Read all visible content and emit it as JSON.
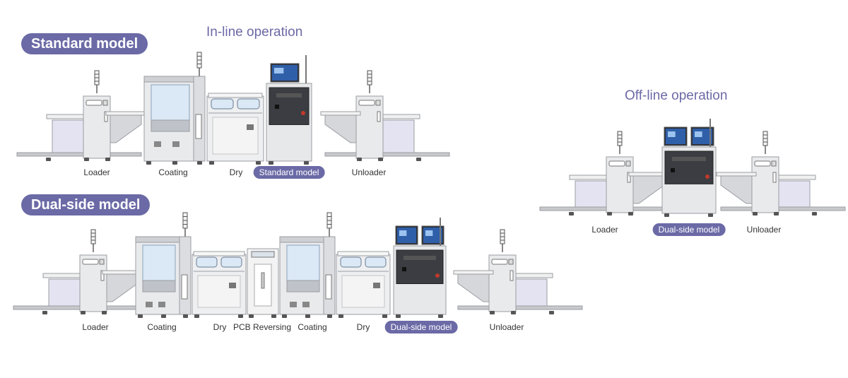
{
  "headings": {
    "standard_model": "Standard model",
    "dual_side_model": "Dual-side model",
    "inline_operation": "In-line operation",
    "offline_operation": "Off-line operation"
  },
  "standard_line": {
    "labels": [
      "Loader",
      "Coating",
      "Dry",
      "Standard model",
      "Unloader"
    ]
  },
  "dual_line": {
    "labels": [
      "Loader",
      "Coating",
      "Dry",
      "PCB Reversing",
      "Coating",
      "Dry",
      "Dual-side model",
      "Unloader"
    ]
  },
  "offline_line": {
    "labels": [
      "Loader",
      "Dual-side model",
      "Unloader"
    ]
  },
  "colors": {
    "accent": "#6b6aa6",
    "machine_body": "#e9eaec",
    "machine_outline": "#9a9ca2",
    "panel_blue": "#dbe8f5",
    "inspection_dark": "#3b3d42",
    "monitor": "#2f5fa8"
  }
}
